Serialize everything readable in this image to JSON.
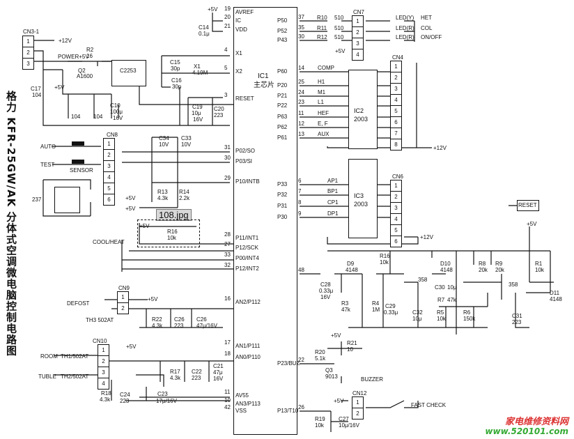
{
  "title": "格力 KFR-25GW/AK 分体式空调微电脑控制电路图",
  "tag": "108.jpg",
  "watermark": {
    "name": "家电维修资料网",
    "url": "www.520101.com"
  },
  "ic1": {
    "label": "IC1",
    "sub": "主芯片",
    "left_pins": [
      {
        "n": "19",
        "s": "AVREF"
      },
      {
        "n": "20",
        "s": "IC"
      },
      {
        "n": "21",
        "s": "VDD"
      },
      {
        "n": "4",
        "s": "X1"
      },
      {
        "n": "5",
        "s": "X2"
      },
      {
        "n": "3",
        "s": "RESET"
      },
      {
        "n": "31",
        "s": "P02/SO"
      },
      {
        "n": "30",
        "s": "P03/SI"
      },
      {
        "n": "29",
        "s": "P10/INTB"
      },
      {
        "n": "28",
        "s": "P11/INT1"
      },
      {
        "n": "27",
        "s": "P12/SCK"
      },
      {
        "n": "33",
        "s": "P00/INT4"
      },
      {
        "n": "32",
        "s": "P12/INT2"
      },
      {
        "n": "16",
        "s": "AN2/P112"
      },
      {
        "n": "17",
        "s": "AN1/P111"
      },
      {
        "n": "18",
        "s": "AN0/P110"
      },
      {
        "n": "11",
        "s": "AV55"
      },
      {
        "n": "10",
        "s": "AN3/P113"
      },
      {
        "n": "42",
        "s": "VSS"
      }
    ],
    "right_pins": [
      {
        "n": "37",
        "s": "P50"
      },
      {
        "n": "35",
        "s": "P52"
      },
      {
        "n": "30",
        "s": "P43"
      },
      {
        "n": "14",
        "s": "P60"
      },
      {
        "n": "25",
        "s": "P20"
      },
      {
        "n": "24",
        "s": "P21"
      },
      {
        "n": "23",
        "s": "P22"
      },
      {
        "n": "11",
        "s": "P63"
      },
      {
        "n": "12",
        "s": "P62"
      },
      {
        "n": "13",
        "s": "P61"
      },
      {
        "n": "6",
        "s": "P33"
      },
      {
        "n": "7",
        "s": "P32"
      },
      {
        "n": "8",
        "s": "P31"
      },
      {
        "n": "9",
        "s": "P30"
      },
      {
        "n": "48",
        "s": ""
      },
      {
        "n": "22",
        "s": "P23/BUZ"
      },
      {
        "n": "26",
        "s": "P13/T10"
      }
    ]
  },
  "ic2": {
    "label": "IC2",
    "part": "2003",
    "pins": [
      "COMP",
      "H1",
      "M1",
      "L1",
      "HEF",
      "E, F",
      "AUX"
    ]
  },
  "ic3": {
    "label": "IC3",
    "part": "2003",
    "pins": [
      "AP1",
      "BP1",
      "CP1",
      "DP1"
    ]
  },
  "connectors": {
    "cn3": {
      "name": "CN3-1",
      "pins": [
        "1",
        "2",
        "3"
      ]
    },
    "cn7": {
      "name": "CN7",
      "pins": [
        "1",
        "2",
        "3",
        "4"
      ]
    },
    "cn4": {
      "name": "CN4",
      "pins": [
        "1",
        "2",
        "3",
        "4",
        "5",
        "6",
        "7",
        "8"
      ]
    },
    "cn6": {
      "name": "CN6",
      "pins": [
        "1",
        "2",
        "3",
        "4",
        "5",
        "6"
      ]
    },
    "cn8": {
      "name": "CN8",
      "pins": [
        "1",
        "2",
        "3",
        "4",
        "5",
        "6"
      ]
    },
    "cn9": {
      "name": "CN9",
      "pins": [
        "1",
        "2"
      ]
    },
    "cn10": {
      "name": "CN10",
      "pins": [
        "1",
        "2",
        "3",
        "4"
      ]
    },
    "cn12": {
      "name": "CN12",
      "pins": [
        "1",
        "2"
      ]
    }
  },
  "leds": [
    {
      "ref": "R10",
      "val": "510",
      "label": "LED(Y)",
      "func": "HET"
    },
    {
      "ref": "R11",
      "val": "510",
      "label": "LED(R)",
      "func": "COL"
    },
    {
      "ref": "R12",
      "val": "510",
      "label": "LED(R)",
      "func": "ON/OFF"
    }
  ],
  "labels": {
    "plus12v": "+12V",
    "plus5v": "+5V",
    "power5v": "POWER+5V",
    "r2": "R2",
    "r2v": "16",
    "q2": "Q2",
    "q2p": "A1600",
    "c2253": "C2253",
    "c17": "C17",
    "c17v": "104",
    "c10": "C10",
    "c10v": "100μ",
    "c10v2": "16V",
    "c184": "104",
    "c104": "104",
    "c14": "C14",
    "c14v": "0.1μ",
    "x1": "X1",
    "x1v": "4.19M",
    "c15": "C15",
    "c15v": "30p",
    "c16": "C16",
    "c16v": "30p",
    "c19": "C19",
    "c19v": "10μ",
    "c19v2": "16V",
    "c20": "C20",
    "c20v": "223",
    "c34": "C34",
    "c34v": "10V",
    "c33": "C33",
    "c33v": "10V",
    "auto": "AUTO",
    "test": "TEST",
    "sensor": "SENSOR",
    "n237": "237",
    "r13": "R13",
    "r13v": "4.3k",
    "r14": "R14",
    "r14v": "2.2k",
    "r16": "R16",
    "r16v": "10k",
    "coolheat": "COOL/HEAT",
    "defost": "DEFOST",
    "th3": "TH3  502AT",
    "r22": "R22",
    "r22v": "4.3k",
    "c26": "C26",
    "c26v": "223",
    "c26b": "C26",
    "c26bv": "47μ/16V",
    "room": "ROOM",
    "tuble": "TUBLE",
    "th1": "TH1/502AT",
    "th2": "TH2/502AT",
    "r17": "R17",
    "r17v": "4.3k",
    "c22": "C22",
    "c22v": "223",
    "c21": "C21",
    "c21v": "47μ",
    "c21v2": "16V",
    "r18": "R18",
    "r18v": "4.3k",
    "c24": "C24",
    "c24v": "223",
    "c23": "C23",
    "c23v": "17μ/16V",
    "reset": "RESET",
    "d9": "D9",
    "d9v": "4148",
    "r16b": "R16",
    "r16bv": "10k",
    "c28": "C28",
    "c28v": "0.33μ",
    "c28v2": "16V",
    "r3": "R3",
    "r3v": "47k",
    "r4": "R4",
    "r4v": "1M",
    "c29": "C29",
    "c29v": "0.33μ",
    "c32": "C32",
    "c32v": "10μ",
    "r5": "R5",
    "r5v": "10k",
    "r7": "R7",
    "r7v": "47k",
    "r6": "R6",
    "r6v": "150k",
    "d10": "D10",
    "d10v": "4148",
    "r8": "R8",
    "r8v": "20k",
    "r9": "R9",
    "r9v": "20k",
    "r1": "R1",
    "r1v": "10k",
    "c30": "C30",
    "c30v": "10μ",
    "c31": "C31",
    "c31v": "223",
    "d11": "D11",
    "d11v": "4148",
    "op1": "358",
    "op2": "358",
    "r20": "R20",
    "r20v": "5.1k",
    "r21": "R21",
    "r21v": "10",
    "q3": "Q3",
    "q3p": "9013",
    "buzzer": "BUZZER",
    "fastcheck": "FAST CHECK",
    "r19": "R19",
    "r19v": "10k",
    "c27": "C27",
    "c27v": "10μ/16V"
  }
}
